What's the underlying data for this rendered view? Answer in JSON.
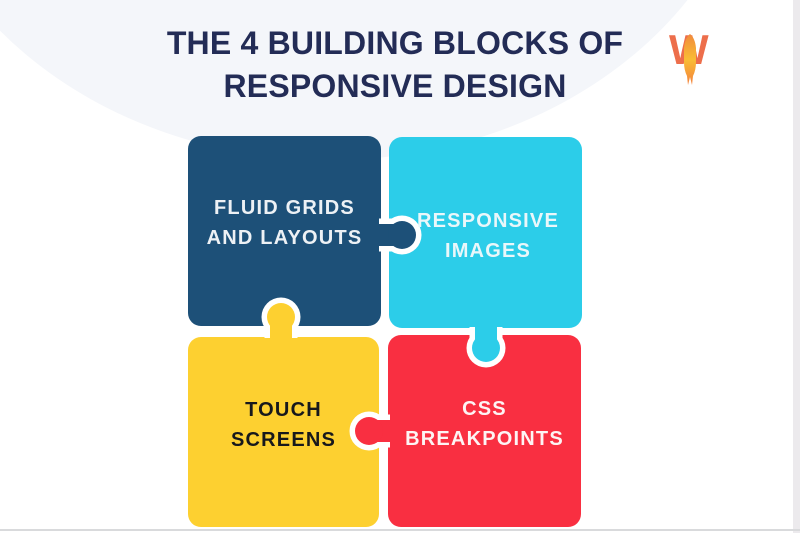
{
  "header": {
    "title_line1": "THE 4 BUILDING BLOCKS OF",
    "title_line2": "RESPONSIVE DESIGN",
    "title_color": "#232c56"
  },
  "logo": {
    "name": "WP Rocket",
    "letter": "W",
    "w_color": "#ed6e4b",
    "flame_top_color": "#f08a3c",
    "flame_mid_color": "#f9bd35",
    "flame_tip_color": "#f4813c"
  },
  "blocks": [
    {
      "id": "fluid-grids-and-layouts",
      "line1": "FLUID GRIDS",
      "line2": "AND LAYOUTS",
      "color": "#1d5078",
      "text_color": "#edf1f5"
    },
    {
      "id": "responsive-images",
      "line1": "RESPONSIVE",
      "line2": "IMAGES",
      "color": "#2ccde9",
      "text_color": "#eaf7fa"
    },
    {
      "id": "touch-screens",
      "line1": "TOUCH",
      "line2": "SCREENS",
      "color": "#fdd030",
      "text_color": "#17181c"
    },
    {
      "id": "css-breakpoints",
      "line1": "CSS",
      "line2": "BREAKPOINTS",
      "color": "#f92f41",
      "text_color": "#fdf4f4"
    }
  ],
  "background": {
    "page_color": "#ffffff",
    "blob_color": "#f4f6fa",
    "bottom_line_color": "#d9dadc",
    "right_strip_color": "#eceaed"
  }
}
